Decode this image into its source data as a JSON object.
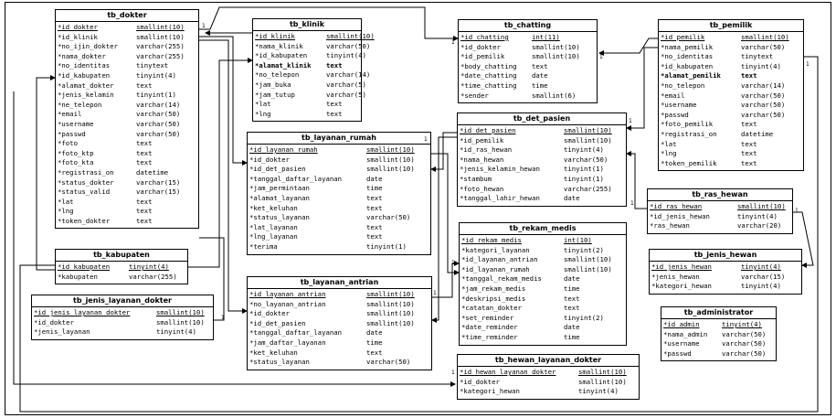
{
  "tables": [
    {
      "id": "tb_dokter",
      "title": "tb_dokter",
      "cols": [
        {
          "n": "*id_dokter",
          "t": "smallint(10)",
          "pk": true
        },
        {
          "n": "*id_klinik",
          "t": "smallint(10)"
        },
        {
          "n": "*no_ijin_dokter",
          "t": "varchar(255)"
        },
        {
          "n": "*nama_dokter",
          "t": "varchar(255)"
        },
        {
          "n": "*no_identitas",
          "t": "tinytext"
        },
        {
          "n": "*id_kabupaten",
          "t": "tinyint(4)"
        },
        {
          "n": "*alamat_dokter",
          "t": "text"
        },
        {
          "n": "*jenis_kelamin",
          "t": "tinyint(1)"
        },
        {
          "n": "*ne_telepon",
          "t": "varchar(14)"
        },
        {
          "n": "*email",
          "t": "varchar(50)"
        },
        {
          "n": "*username",
          "t": "varchar(50)"
        },
        {
          "n": "*passwd",
          "t": "varchar(50)"
        },
        {
          "n": "*foto",
          "t": "text"
        },
        {
          "n": "*foto_ktp",
          "t": "text"
        },
        {
          "n": "*foto_kta",
          "t": "text"
        },
        {
          "n": "*registrasi_on",
          "t": "datetime"
        },
        {
          "n": "*status_dokter",
          "t": "varchar(15)"
        },
        {
          "n": "*status_valid",
          "t": "varchar(15)"
        },
        {
          "n": "*lat",
          "t": "text"
        },
        {
          "n": "*lng",
          "t": "text"
        },
        {
          "n": "*token_dokter",
          "t": "text"
        }
      ]
    },
    {
      "id": "tb_klinik",
      "title": "tb_klinik",
      "cols": [
        {
          "n": "*id_klinik",
          "t": "smallint(10)",
          "pk": true
        },
        {
          "n": "*nama_klinik",
          "t": "varchar(50)"
        },
        {
          "n": "*id_kabupaten",
          "t": "tinyint(4)"
        },
        {
          "n": "*alamat_klinik",
          "t": "text",
          "b": true
        },
        {
          "n": "*no_telepon",
          "t": "varchar(14)"
        },
        {
          "n": "*jam_buka",
          "t": "varchar(5)"
        },
        {
          "n": "*jam_tutup",
          "t": "varchar(5)"
        },
        {
          "n": "*lat",
          "t": "text"
        },
        {
          "n": "*lng",
          "t": "text"
        }
      ]
    },
    {
      "id": "tb_chatting",
      "title": "tb_chatting",
      "cols": [
        {
          "n": "*id_chatting",
          "t": "int(11)",
          "pk": true
        },
        {
          "n": "*id_dokter",
          "t": "smallint(10)"
        },
        {
          "n": "*id_pemilik",
          "t": "smallint(10)"
        },
        {
          "n": "*body_chatting",
          "t": "text"
        },
        {
          "n": "*date_chatting",
          "t": "date"
        },
        {
          "n": "*time_chatting",
          "t": "time"
        },
        {
          "n": "*sender",
          "t": "smallint(6)"
        }
      ]
    },
    {
      "id": "tb_pemilik",
      "title": "tb_pemilik",
      "cols": [
        {
          "n": "*id_pemilik",
          "t": "smallint(10)",
          "pk": true
        },
        {
          "n": "*nama_pemilik",
          "t": "varchar(50)"
        },
        {
          "n": "*no_identitas",
          "t": "tinytext"
        },
        {
          "n": "*id_kabupaten",
          "t": "tinyint(4)"
        },
        {
          "n": "*alamat_pemilik",
          "t": "text",
          "b": true
        },
        {
          "n": "*no_telepon",
          "t": "varchar(14)"
        },
        {
          "n": "*email",
          "t": "varchar(50)"
        },
        {
          "n": "*username",
          "t": "varchar(50)"
        },
        {
          "n": "*passwd",
          "t": "varchar(50)"
        },
        {
          "n": "*foto_pemilik",
          "t": "text"
        },
        {
          "n": "*registrasi_on",
          "t": "datetime"
        },
        {
          "n": "*lat",
          "t": "text"
        },
        {
          "n": "*lng",
          "t": "text"
        },
        {
          "n": "*token_pemilik",
          "t": "text"
        }
      ]
    },
    {
      "id": "tb_layanan_rumah",
      "title": "tb_layanan_rumah",
      "cols": [
        {
          "n": "*id_layanan_rumah",
          "t": "smallint(10)",
          "pk": true
        },
        {
          "n": "*id_dokter",
          "t": "smallint(10)"
        },
        {
          "n": "*id_det_pasien",
          "t": "smallint(10)"
        },
        {
          "n": "*tanggal_daftar_layanan",
          "t": "date"
        },
        {
          "n": "*jam_permintaan",
          "t": "time"
        },
        {
          "n": "*alamat_layanan",
          "t": "text"
        },
        {
          "n": "*ket_keluhan",
          "t": "text"
        },
        {
          "n": "*status_layanan",
          "t": "varchar(50)"
        },
        {
          "n": "*lat_layanan",
          "t": "text"
        },
        {
          "n": "*lng_layanan",
          "t": "text"
        },
        {
          "n": "*terima",
          "t": "tinyint(1)"
        }
      ]
    },
    {
      "id": "tb_det_pasien",
      "title": "tb_det_pasien",
      "cols": [
        {
          "n": "*id_det_pasien",
          "t": "smallint(10)",
          "pk": true
        },
        {
          "n": "*id_pemilik",
          "t": "smallint(10)"
        },
        {
          "n": "*id_ras_hewan",
          "t": "tinyint(4)"
        },
        {
          "n": "*nama_hewan",
          "t": "varchar(50)"
        },
        {
          "n": "*jenis_kelamin_hewan",
          "t": "tinyint(1)"
        },
        {
          "n": "*stambum",
          "t": "tinyint(1)"
        },
        {
          "n": "*foto_hewan",
          "t": "varchar(255)"
        },
        {
          "n": "*tanggal_lahir_hewan",
          "t": "date"
        }
      ]
    },
    {
      "id": "tb_ras_hewan",
      "title": "tb_ras_hewan",
      "cols": [
        {
          "n": "*id_ras_hewan",
          "t": "smallint(10)",
          "pk": true
        },
        {
          "n": "*id_jenis_hewan",
          "t": "tinyint(4)"
        },
        {
          "n": "*ras_hewan",
          "t": "varchar(20)"
        }
      ]
    },
    {
      "id": "tb_kabupaten",
      "title": "tb_kabupaten",
      "cols": [
        {
          "n": "*id_kabupaten",
          "t": "tinyint(4)",
          "pk": true
        },
        {
          "n": "*kabupaten",
          "t": "varchar(255)"
        }
      ]
    },
    {
      "id": "tb_jenis_hewan",
      "title": "tb_jenis_hewan",
      "cols": [
        {
          "n": "*id_jenis_hewan",
          "t": "tinyint(4)",
          "pk": true
        },
        {
          "n": "*jenis_hewan",
          "t": "varchar(15)"
        },
        {
          "n": "*kategori_hewan",
          "t": "tinyint(4)"
        }
      ]
    },
    {
      "id": "tb_rekam_medis",
      "title": "tb_rekam_medis",
      "cols": [
        {
          "n": "*id_rekam_medis",
          "t": "int(10)",
          "pk": true
        },
        {
          "n": "*kategori_layanan",
          "t": "tinyint(2)"
        },
        {
          "n": "*id_layanan_antrian",
          "t": "smallint(10)"
        },
        {
          "n": "*id_layanan_rumah",
          "t": "smallint(10)"
        },
        {
          "n": "*tanggal_rekam_medis",
          "t": "date"
        },
        {
          "n": "*jam_rekam_medis",
          "t": "time"
        },
        {
          "n": "*deskripsi_medis",
          "t": "text"
        },
        {
          "n": "*catatan_dokter",
          "t": "text"
        },
        {
          "n": "*set_reminder",
          "t": "tinyint(2)"
        },
        {
          "n": "*date_reminder",
          "t": "date"
        },
        {
          "n": "*time_reminder",
          "t": "time"
        }
      ]
    },
    {
      "id": "tb_jenis_layanan_dokter",
      "title": "tb_jenis_layanan_dokter",
      "cols": [
        {
          "n": "*id_jenis_layanan_dokter",
          "t": "smallint(10)",
          "pk": true
        },
        {
          "n": "*id_dokter",
          "t": "smallint(10)"
        },
        {
          "n": "*jenis_layanan",
          "t": "tinyint(4)"
        }
      ]
    },
    {
      "id": "tb_layanan_antrian",
      "title": "tb_layanan_antrian",
      "cols": [
        {
          "n": "*id_layanan_antrian",
          "t": "smallint(10)",
          "pk": true
        },
        {
          "n": "*no_layanan_antrian",
          "t": "smallint(10)"
        },
        {
          "n": "*id_dokter",
          "t": "smallint(10)"
        },
        {
          "n": "*id_det_pasien",
          "t": "smallint(10)"
        },
        {
          "n": "*tanggal_daftar_layanan",
          "t": "date"
        },
        {
          "n": "*jam_daftar_layanan",
          "t": "time"
        },
        {
          "n": "*ket_keluhan",
          "t": "text"
        },
        {
          "n": "*status_layanan",
          "t": "varchar(50)"
        }
      ]
    },
    {
      "id": "tb_administrator",
      "title": "tb_administrator",
      "cols": [
        {
          "n": "*id_admin",
          "t": "tinyint(4)",
          "pk": true
        },
        {
          "n": "*nama_admin",
          "t": "varchar(50)"
        },
        {
          "n": "*username",
          "t": "varchar(50)"
        },
        {
          "n": "*passwd",
          "t": "varchar(50)"
        }
      ]
    },
    {
      "id": "tb_hewan_layanan_dokter",
      "title": "tb_hewan_layanan_dokter",
      "cols": [
        {
          "n": "*id_hewan_layanan_dokter",
          "t": "smallint(10)",
          "pk": true
        },
        {
          "n": "*id_dokter",
          "t": "smallint(10)"
        },
        {
          "n": "*kategori_hewan",
          "t": "tinyint(4)"
        }
      ]
    }
  ],
  "cardinalities": [
    {
      "id": "c1",
      "text": "1"
    },
    {
      "id": "c2",
      "text": "1"
    },
    {
      "id": "c3",
      "text": "1"
    },
    {
      "id": "c4",
      "text": "1"
    },
    {
      "id": "c5",
      "text": "1"
    },
    {
      "id": "c6",
      "text": "1"
    },
    {
      "id": "c7",
      "text": "1"
    },
    {
      "id": "c8",
      "text": "1"
    },
    {
      "id": "c9",
      "text": "1"
    },
    {
      "id": "c10",
      "text": "1"
    },
    {
      "id": "c11",
      "text": "1"
    },
    {
      "id": "c12",
      "text": "1"
    }
  ]
}
